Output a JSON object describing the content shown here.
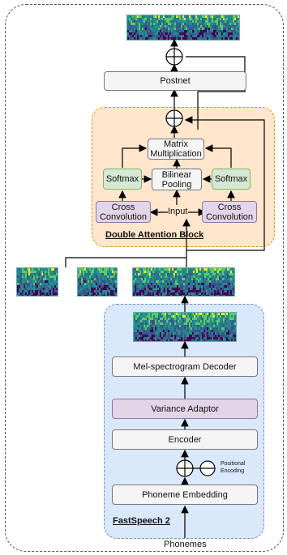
{
  "group_labels": {
    "fastspeech2": "FastSpeech 2",
    "double_attention": "Double Attention Block"
  },
  "blocks": {
    "postnet": "Postnet",
    "matrix_mult_line1": "Matrix",
    "matrix_mult_line2": "Multiplication",
    "bilinear_line1": "Bilinear",
    "bilinear_line2": "Pooling",
    "softmax_left": "Softmax",
    "softmax_right": "Softmax",
    "cross_conv_left_line1": "Cross",
    "cross_conv_left_line2": "Convolution",
    "cross_conv_right_line1": "Cross",
    "cross_conv_right_line2": "Convolution",
    "input": "Input",
    "mel_decoder": "Mel-spectrogram Decoder",
    "variance_adaptor": "Variance Adaptor",
    "encoder": "Encoder",
    "phoneme_embedding": "Phoneme Embedding",
    "positional_line1": "Positional",
    "positional_line2": "Encoding",
    "phonemes": "Phonemes"
  },
  "colors": {
    "fastspeech2_fill": "#dae8fc",
    "double_attention_fill": "#ffe6cc",
    "softmax_fill": "#d5e8d4",
    "cross_conv_fill": "#e1d5e7",
    "variance_fill": "#e1d5e7"
  }
}
